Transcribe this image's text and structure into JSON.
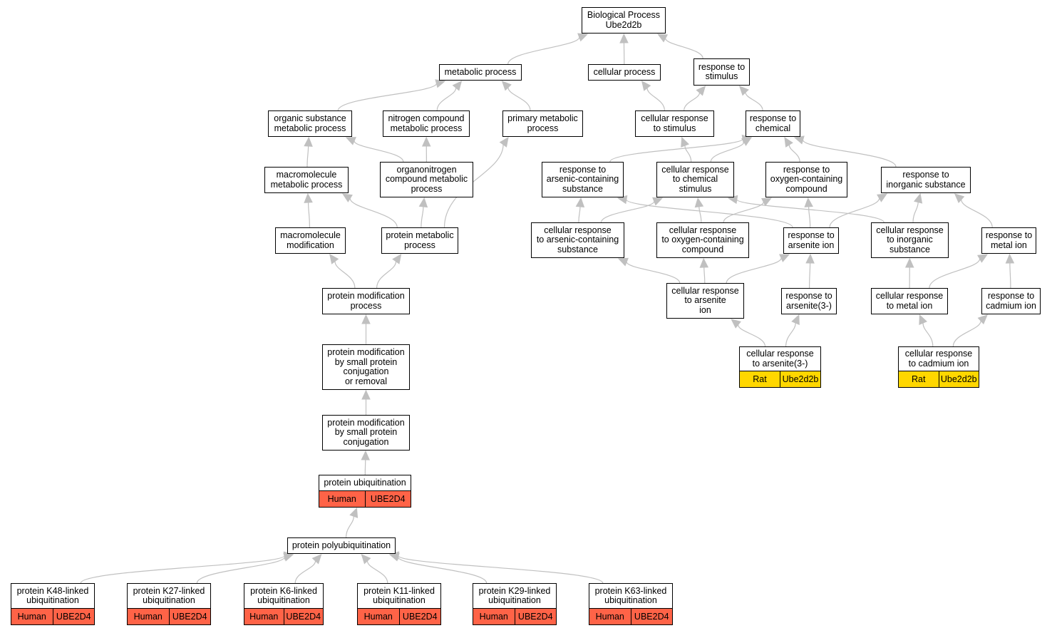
{
  "colors": {
    "edge": "#c0c0c0",
    "human": "#ff6347",
    "rat": "#ffd700",
    "border": "#000000"
  },
  "nodes": [
    {
      "id": "bp",
      "label": "Biological Process\nUbe2d2b"
    },
    {
      "id": "mp",
      "label": "metabolic process"
    },
    {
      "id": "cp",
      "label": "cellular process"
    },
    {
      "id": "rts",
      "label": "response to\nstimulus"
    },
    {
      "id": "osmp",
      "label": "organic substance\nmetabolic process"
    },
    {
      "id": "ncmp",
      "label": "nitrogen compound\nmetabolic process"
    },
    {
      "id": "pmp",
      "label": "primary metabolic\nprocess"
    },
    {
      "id": "crts",
      "label": "cellular response\nto stimulus"
    },
    {
      "id": "rtc",
      "label": "response to\nchemical"
    },
    {
      "id": "mmp",
      "label": "macromolecule\nmetabolic process"
    },
    {
      "id": "ocmp",
      "label": "organonitrogen\ncompound metabolic\nprocess"
    },
    {
      "id": "racs",
      "label": "response to\narsenic-containing\nsubstance"
    },
    {
      "id": "crcs",
      "label": "cellular response\nto chemical\nstimulus"
    },
    {
      "id": "rocc",
      "label": "response to\noxygen-containing\ncompound"
    },
    {
      "id": "ris",
      "label": "response to\ninorganic substance"
    },
    {
      "id": "mm",
      "label": "macromolecule\nmodification"
    },
    {
      "id": "prmp",
      "label": "protein metabolic\nprocess"
    },
    {
      "id": "cracs",
      "label": "cellular response\nto arsenic-containing\nsubstance"
    },
    {
      "id": "crocc",
      "label": "cellular response\nto oxygen-containing\ncompound"
    },
    {
      "id": "rai",
      "label": "response to\narsenite ion"
    },
    {
      "id": "cris",
      "label": "cellular response\nto inorganic\nsubstance"
    },
    {
      "id": "rmi",
      "label": "response to\nmetal ion"
    },
    {
      "id": "pmod",
      "label": "protein modification\nprocess"
    },
    {
      "id": "crai",
      "label": "cellular response\nto arsenite\nion"
    },
    {
      "id": "ra3",
      "label": "response to\narsenite(3-)"
    },
    {
      "id": "crmi",
      "label": "cellular response\nto metal ion"
    },
    {
      "id": "rci",
      "label": "response to\ncadmium ion"
    },
    {
      "id": "pmsr",
      "label": "protein modification\nby small protein\nconjugation\nor removal"
    },
    {
      "id": "cra3",
      "label": "cellular response\nto arsenite(3-)",
      "species": "Rat",
      "gene": "Ube2d2b"
    },
    {
      "id": "crci",
      "label": "cellular response\nto cadmium ion",
      "species": "Rat",
      "gene": "Ube2d2b"
    },
    {
      "id": "pmsc",
      "label": "protein modification\nby small protein\nconjugation"
    },
    {
      "id": "pu",
      "label": "protein ubiquitination",
      "species": "Human",
      "gene": "UBE2D4"
    },
    {
      "id": "ppu",
      "label": "protein polyubiquitination"
    },
    {
      "id": "k48",
      "label": "protein K48-linked\nubiquitination",
      "species": "Human",
      "gene": "UBE2D4"
    },
    {
      "id": "k27",
      "label": "protein K27-linked\nubiquitination",
      "species": "Human",
      "gene": "UBE2D4"
    },
    {
      "id": "k6",
      "label": "protein K6-linked\nubiquitination",
      "species": "Human",
      "gene": "UBE2D4"
    },
    {
      "id": "k11",
      "label": "protein K11-linked\nubiquitination",
      "species": "Human",
      "gene": "UBE2D4"
    },
    {
      "id": "k29",
      "label": "protein K29-linked\nubiquitination",
      "species": "Human",
      "gene": "UBE2D4"
    },
    {
      "id": "k63",
      "label": "protein K63-linked\nubiquitination",
      "species": "Human",
      "gene": "UBE2D4"
    }
  ],
  "edges": [
    [
      "mp",
      "bp"
    ],
    [
      "cp",
      "bp"
    ],
    [
      "rts",
      "bp"
    ],
    [
      "osmp",
      "mp"
    ],
    [
      "ncmp",
      "mp"
    ],
    [
      "pmp",
      "mp"
    ],
    [
      "crts",
      "cp"
    ],
    [
      "crts",
      "rts"
    ],
    [
      "rtc",
      "rts"
    ],
    [
      "mmp",
      "osmp"
    ],
    [
      "ocmp",
      "osmp"
    ],
    [
      "ocmp",
      "ncmp"
    ],
    [
      "racs",
      "rtc"
    ],
    [
      "crcs",
      "crts"
    ],
    [
      "crcs",
      "rtc"
    ],
    [
      "rocc",
      "rtc"
    ],
    [
      "ris",
      "rtc"
    ],
    [
      "mm",
      "mmp"
    ],
    [
      "prmp",
      "mmp"
    ],
    [
      "prmp",
      "ocmp"
    ],
    [
      "prmp",
      "pmp"
    ],
    [
      "cracs",
      "racs"
    ],
    [
      "cracs",
      "crcs"
    ],
    [
      "crocc",
      "crcs"
    ],
    [
      "crocc",
      "rocc"
    ],
    [
      "rai",
      "racs"
    ],
    [
      "rai",
      "rocc"
    ],
    [
      "rai",
      "ris"
    ],
    [
      "cris",
      "crcs"
    ],
    [
      "cris",
      "ris"
    ],
    [
      "rmi",
      "ris"
    ],
    [
      "pmod",
      "mm"
    ],
    [
      "pmod",
      "prmp"
    ],
    [
      "crai",
      "cracs"
    ],
    [
      "crai",
      "crocc"
    ],
    [
      "crai",
      "rai"
    ],
    [
      "ra3",
      "rai"
    ],
    [
      "crmi",
      "cris"
    ],
    [
      "crmi",
      "rmi"
    ],
    [
      "rci",
      "rmi"
    ],
    [
      "pmsr",
      "pmod"
    ],
    [
      "cra3",
      "crai"
    ],
    [
      "cra3",
      "ra3"
    ],
    [
      "crci",
      "crmi"
    ],
    [
      "crci",
      "rci"
    ],
    [
      "pmsc",
      "pmsr"
    ],
    [
      "pu",
      "pmsc"
    ],
    [
      "ppu",
      "pu"
    ],
    [
      "k48",
      "ppu"
    ],
    [
      "k27",
      "ppu"
    ],
    [
      "k6",
      "ppu"
    ],
    [
      "k11",
      "ppu"
    ],
    [
      "k29",
      "ppu"
    ],
    [
      "k63",
      "ppu"
    ]
  ]
}
